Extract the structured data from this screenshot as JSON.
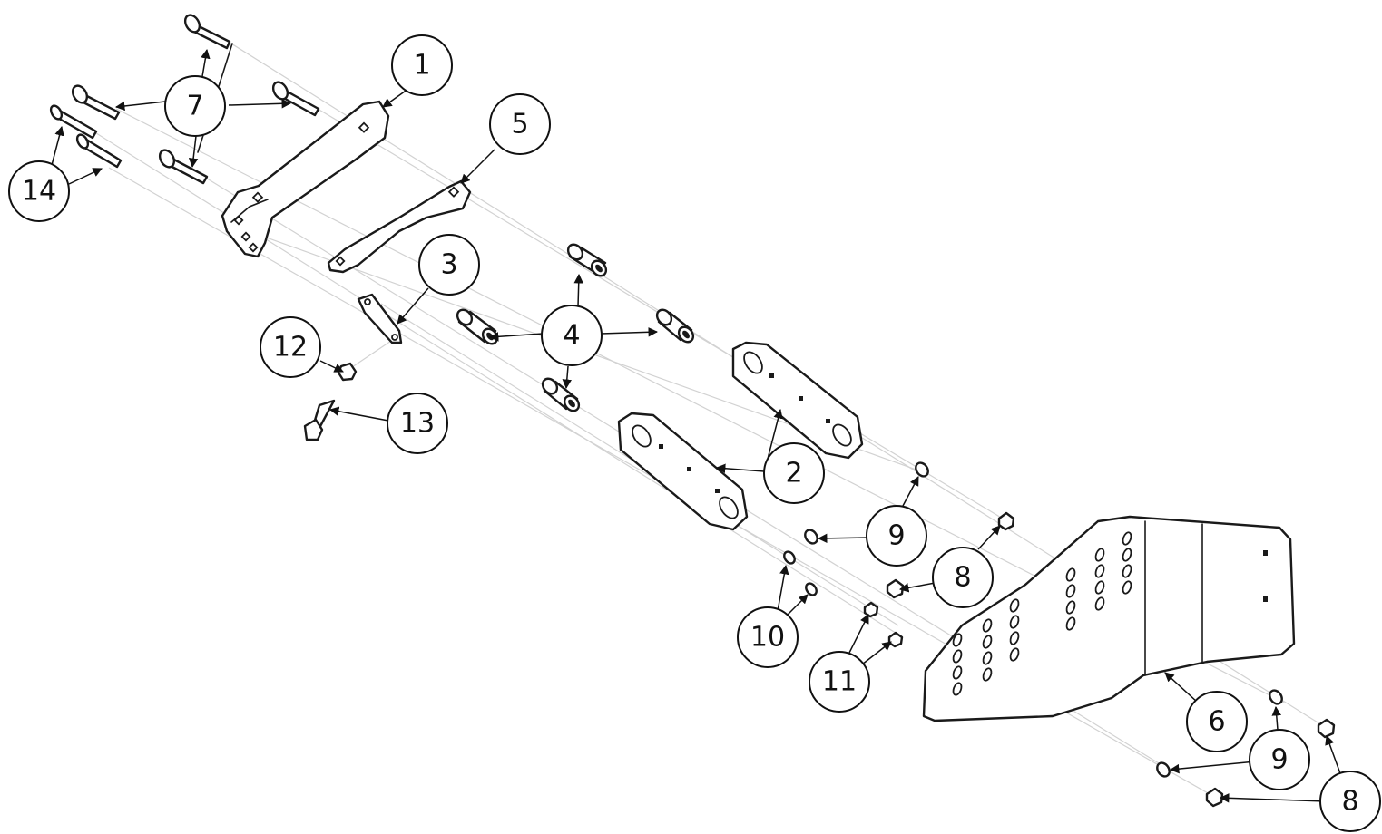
{
  "callouts": [
    {
      "id": "1",
      "label": "1"
    },
    {
      "id": "2",
      "label": "2"
    },
    {
      "id": "3",
      "label": "3"
    },
    {
      "id": "4",
      "label": "4"
    },
    {
      "id": "5",
      "label": "5"
    },
    {
      "id": "6",
      "label": "6"
    },
    {
      "id": "7",
      "label": "7"
    },
    {
      "id": "8a",
      "label": "8"
    },
    {
      "id": "8b",
      "label": "8"
    },
    {
      "id": "9a",
      "label": "9"
    },
    {
      "id": "9b",
      "label": "9"
    },
    {
      "id": "10",
      "label": "10"
    },
    {
      "id": "11",
      "label": "11"
    },
    {
      "id": "12",
      "label": "12"
    },
    {
      "id": "13",
      "label": "13"
    },
    {
      "id": "14",
      "label": "14"
    }
  ]
}
